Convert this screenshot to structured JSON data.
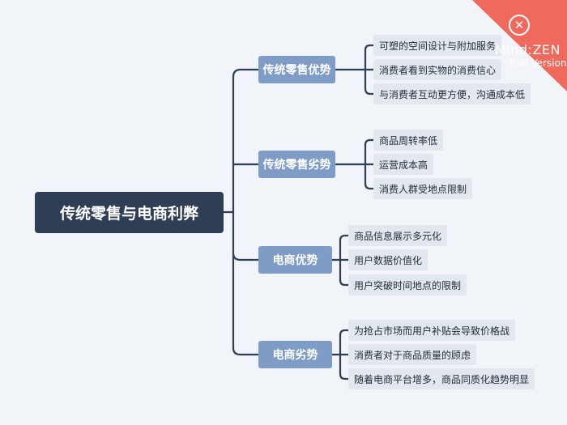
{
  "root": {
    "label": "传统零售与电商利弊"
  },
  "branches": [
    {
      "label": "传统零售优势",
      "items": [
        "可塑的空间设计与附加服务",
        "消费者看到实物的消费信心",
        "与消费者互动更方便，沟通成本低"
      ]
    },
    {
      "label": "传统零售劣势",
      "items": [
        "商品周转率低",
        "运营成本高",
        "消费人群受地点限制"
      ]
    },
    {
      "label": "电商优势",
      "items": [
        "商品信息展示多元化",
        "用户数据价值化",
        "用户突破时间地点的限制"
      ]
    },
    {
      "label": "电商劣势",
      "items": [
        "为抢占市场而用户补贴会导致价格战",
        "消费者对于商品质量的顾虑",
        "随着电商平台增多，商品同质化趋势明显"
      ]
    }
  ],
  "watermark": {
    "brand": "Mind:ZEN",
    "subtitle": "Trial Version",
    "close_symbol": "✕"
  },
  "colors": {
    "root": "#2e3e54",
    "branch": "#7e9cc6",
    "leaf": "#e3e8ee",
    "connector": "#2e3e54",
    "background": "#f1f4f8",
    "watermark": "#ef6a5c"
  }
}
